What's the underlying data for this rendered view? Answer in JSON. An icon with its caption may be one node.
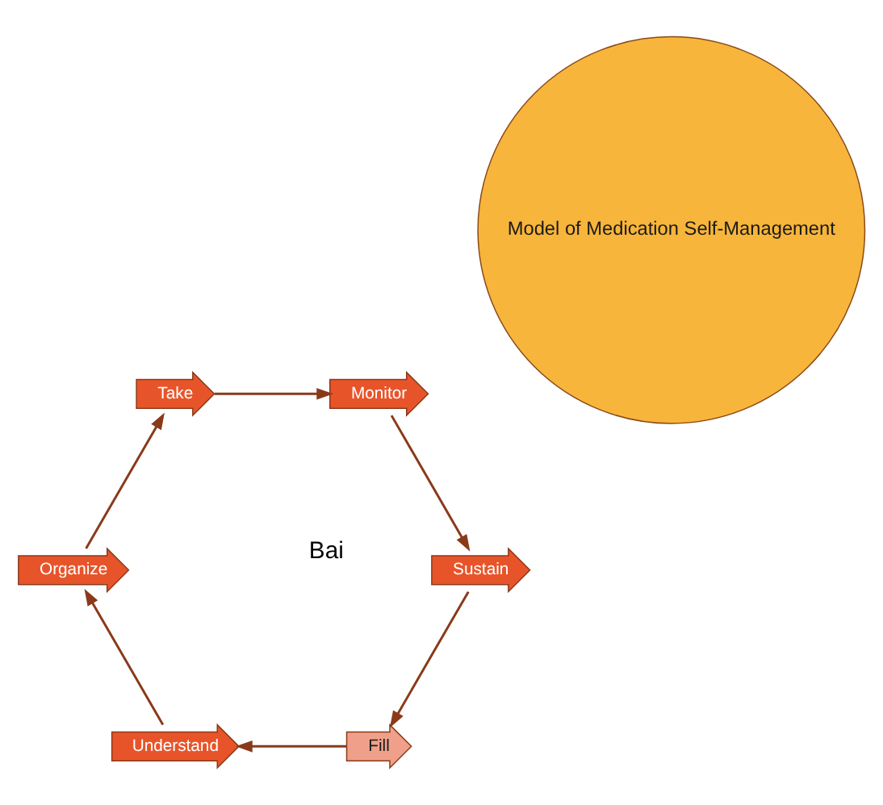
{
  "diagram": {
    "nodes": [
      {
        "text": [
          "Model of Medication Self-Management"
        ]
      },
      {
        "text": [
          "Fill"
        ]
      },
      {
        "text": [
          "Understand"
        ]
      },
      {
        "text": [
          "Organize"
        ]
      },
      {
        "text": [
          "Take"
        ]
      },
      {
        "text": [
          "Monitor"
        ]
      },
      {
        "text": [
          "Sustain"
        ]
      }
    ],
    "edges": [
      {
        "from": 1,
        "to": 2,
        "arrow": "to"
      },
      {
        "from": 2,
        "to": 3,
        "arrow": "to"
      },
      {
        "from": 3,
        "to": 4,
        "arrow": "to"
      },
      {
        "from": 4,
        "to": 5,
        "arrow": "to"
      },
      {
        "from": 5,
        "to": 6,
        "arrow": "to"
      },
      {
        "from": 6,
        "to": 1,
        "arrow": "to"
      }
    ],
    "labels": [
      "Bai"
    ]
  }
}
